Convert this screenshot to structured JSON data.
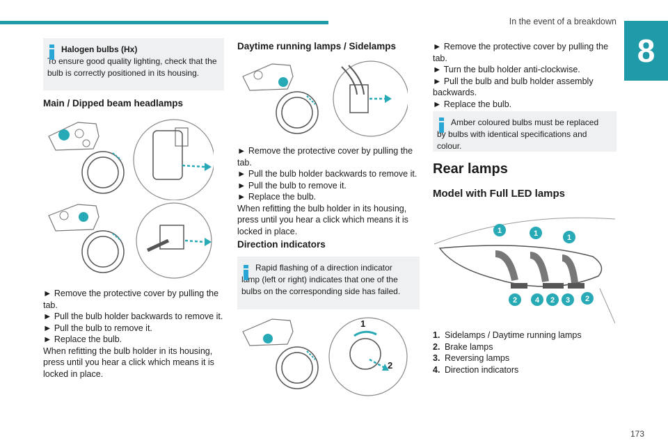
{
  "header": {
    "title": "In the event of a breakdown",
    "chapter": "8"
  },
  "page_number": "173",
  "col1": {
    "note": {
      "title": "Halogen bulbs (Hx)",
      "text": "To ensure good quality lighting, check that the bulb is correctly positioned in its housing."
    },
    "heading": "Main / Dipped beam headlamps",
    "steps": [
      "► Remove the protective cover by pulling the tab.",
      "► Pull the bulb holder backwards to remove it.",
      "► Pull the bulb to remove it.",
      "► Replace the bulb.",
      "When refitting the bulb holder in its housing, press until you hear a click which means it is locked in place."
    ]
  },
  "col2": {
    "heading1": "Daytime running lamps / Sidelamps",
    "steps": [
      "► Remove the protective cover by pulling the tab.",
      "► Pull the bulb holder backwards to remove it.",
      "► Pull the bulb to remove it.",
      "► Replace the bulb.",
      "When refitting the bulb holder in its housing, press until you hear a click which means it is locked in place."
    ],
    "heading2": "Direction indicators",
    "note": "Rapid flashing of a direction indicator lamp (left or right) indicates that one of the bulbs on the corresponding side has failed.",
    "callout1": "1",
    "callout2": "2"
  },
  "col3": {
    "steps": [
      "► Remove the protective cover by pulling the tab.",
      "► Turn the bulb holder anti-clockwise.",
      "► Pull the bulb and bulb holder assembly backwards.",
      "► Replace the bulb."
    ],
    "note": "Amber coloured bulbs must be replaced by bulbs with identical specifications and colour.",
    "section_title": "Rear lamps",
    "subheading": "Model with Full LED lamps",
    "legend": [
      {
        "num": "1.",
        "label": "Sidelamps / Daytime running lamps"
      },
      {
        "num": "2.",
        "label": "Brake lamps"
      },
      {
        "num": "3.",
        "label": "Reversing lamps"
      },
      {
        "num": "4.",
        "label": "Direction indicators"
      }
    ],
    "badges_top": [
      "1",
      "1",
      "1"
    ],
    "badges_bottom": [
      "2",
      "4",
      "2",
      "3",
      "2"
    ]
  },
  "colors": {
    "accent": "#1e9aa8",
    "info": "#2aa6d6",
    "highlight": "#27a9b6",
    "note_bg": "#eef0f1"
  }
}
